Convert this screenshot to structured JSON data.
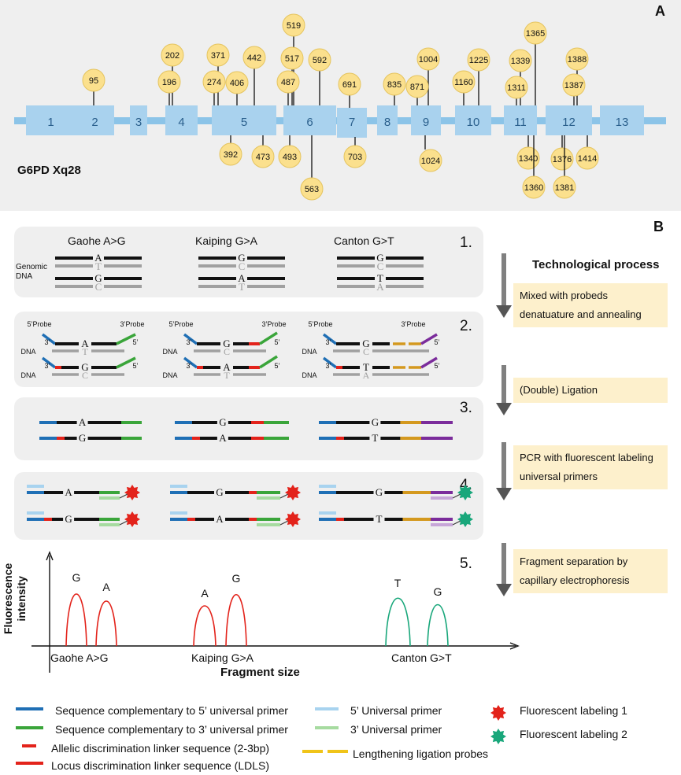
{
  "panel_a": {
    "letter": "A",
    "gene_label": "G6PD Xq28",
    "exons": [
      "1",
      "2",
      "3",
      "4",
      "5",
      "6",
      "7",
      "8",
      "9",
      "10",
      "11",
      "12",
      "13"
    ],
    "top_markers": [
      "95",
      "202",
      "196",
      "371",
      "274",
      "406",
      "442",
      "519",
      "517",
      "487",
      "592",
      "691",
      "835",
      "1004",
      "871",
      "1225",
      "1160",
      "1365",
      "1339",
      "1311",
      "1388",
      "1387"
    ],
    "bottom_markers": [
      "392",
      "473",
      "493",
      "563",
      "703",
      "1024",
      "1340",
      "1360",
      "1376",
      "1381",
      "1414"
    ],
    "colors": {
      "panel_bg": "#efefef",
      "exon": "#a9d2ee",
      "axis": "#8cc4e8",
      "marker": "#fbe08d",
      "marker_edge": "#e5c45f"
    }
  },
  "panel_b": {
    "letter": "B",
    "process_title": "Technological process",
    "steps": [
      {
        "num": "1.",
        "note": ""
      },
      {
        "num": "2.",
        "note": "Mixed with probeds denatuature and annealing"
      },
      {
        "num": "3.",
        "note": "(Double) Ligation"
      },
      {
        "num": "4.",
        "note": "PCR with fluorescent labeling universal primers"
      },
      {
        "num": "5.",
        "note": "Fragment separation by capillary electrophoresis"
      }
    ],
    "step1": {
      "variants": [
        "Gaohe A>G",
        "Kaiping G>A",
        "Canton G>T"
      ],
      "genomic_label": "Genomic\nDNA",
      "bases_top": [
        [
          "A",
          "T"
        ],
        [
          "G",
          "C"
        ],
        [
          "G",
          "C"
        ]
      ],
      "bases_bottom": [
        [
          "G",
          "C"
        ],
        [
          "A",
          "T"
        ],
        [
          "T",
          "A"
        ]
      ]
    },
    "step2": {
      "probe5": "5’Probe",
      "probe3": "3’Probe",
      "dna": "DNA",
      "end3": "3’",
      "end5": "5’"
    },
    "step3_bases": [
      [
        "A",
        "G"
      ],
      [
        "G",
        "A"
      ],
      [
        "G",
        "T"
      ]
    ],
    "step4_bases": [
      [
        "A",
        "G"
      ],
      [
        "G",
        "A"
      ],
      [
        "G",
        "T"
      ]
    ],
    "chart": {
      "y_label": "Fluorescence\nintensity",
      "x_label": "Fragment size",
      "groups": [
        "Gaohe A>G",
        "Kaiping G>A",
        "Canton G>T"
      ],
      "peak_labels": [
        [
          "G",
          "A"
        ],
        [
          "A",
          "G"
        ],
        [
          "T",
          "G"
        ]
      ]
    },
    "colors": {
      "blue": "#1f6fb5",
      "green": "#3aa53a",
      "red": "#e3231b",
      "orange": "#d4991f",
      "purple": "#7b2c9b",
      "lightblue": "#a8d3ef",
      "lightgreen": "#a6dba0",
      "gray": "#a0a0a0",
      "teal": "#19a77b",
      "arrow_gray": "#808080",
      "box_bg": "#efefef"
    }
  },
  "legend": {
    "items": [
      "Sequence complementary to 5’ universal primer",
      "Sequence complementary to 3’ universal primer",
      "Allelic discrimination linker sequence (2-3bp)",
      "Locus discrimination linker sequence (LDLS)",
      "5’ Universal primer",
      "3’ Universal primer",
      "Lengthening ligation probes",
      "Fluorescent labeling 1",
      "Fluorescent labeling 2"
    ]
  }
}
